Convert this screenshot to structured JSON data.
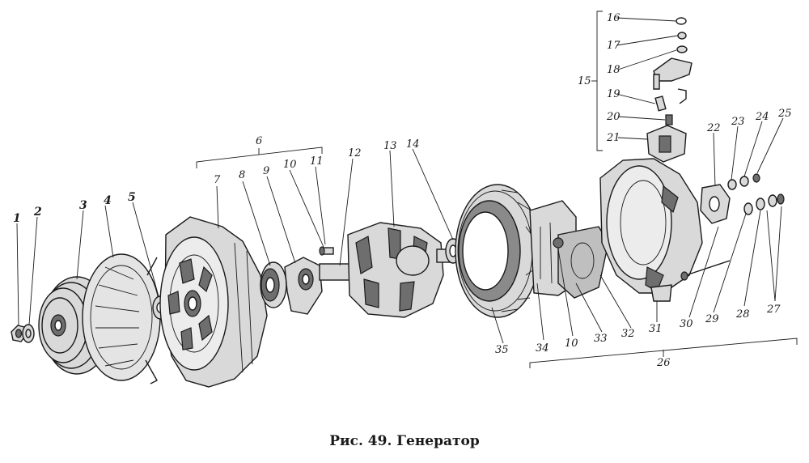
{
  "caption": "Рис. 49. Генератор",
  "callouts": {
    "n1": "1",
    "n2": "2",
    "n3": "3",
    "n4": "4",
    "n5": "5",
    "n6": "6",
    "n7": "7",
    "n8": "8",
    "n9": "9",
    "n10a": "10",
    "n11": "11",
    "n12": "12",
    "n13": "13",
    "n14": "14",
    "n15": "15",
    "n16": "16",
    "n17": "17",
    "n18": "18",
    "n19": "19",
    "n20": "20",
    "n21": "21",
    "n22": "22",
    "n23": "23",
    "n24": "24",
    "n25": "25",
    "n26": "26",
    "n27": "27",
    "n28": "28",
    "n29": "29",
    "n30": "30",
    "n31": "31",
    "n32": "32",
    "n33": "33",
    "n10b": "10",
    "n34": "34",
    "n35": "35"
  }
}
